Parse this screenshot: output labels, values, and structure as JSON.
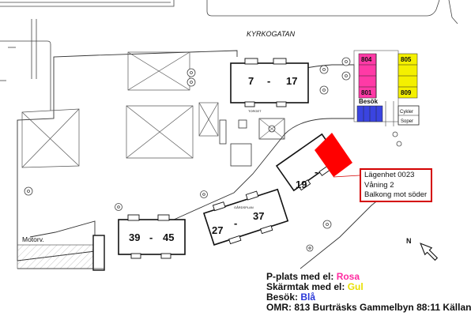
{
  "street": "KYRKOGATAN",
  "buildings": [
    {
      "id": "bld-7-17",
      "from": "7",
      "to": "17"
    },
    {
      "id": "bld-19",
      "from": "19",
      "to": ""
    },
    {
      "id": "bld-27-37",
      "from": "27",
      "to": "37"
    },
    {
      "id": "bld-39-45",
      "from": "39",
      "to": "45"
    }
  ],
  "parking": {
    "pink_spots": [
      "804",
      "801"
    ],
    "yellow_spots": [
      "805",
      "809"
    ],
    "visitor_label": "Besök",
    "cykler_label": "Cykler",
    "soper_label": "Soper"
  },
  "motorway_label": "Motorv.",
  "small_labels": [
    "TORGET",
    "GÅRDSPLAN"
  ],
  "apartment_box": {
    "line1": "Lägenhet 0023",
    "line2": "Våning 2",
    "line3": "Balkong mot söder"
  },
  "north_label": "N",
  "legend": {
    "pink_prefix": "P-plats med el: ",
    "pink_word": "Rosa",
    "yellow_prefix": "Skärmtak med el: ",
    "yellow_word": "Gul",
    "blue_prefix": "Besök: ",
    "blue_word": "Blå",
    "omr_line": "OMR: 813 Burträsks Gammelbyn 88:11 Källan"
  },
  "colors": {
    "pink": "#ff3aa6",
    "yellow": "#f4f000",
    "yellow_text": "#e8e000",
    "blue": "#3a44e0",
    "blue_text": "#2a38d8",
    "pink_text": "#ff2aa0",
    "highlight": "#ff0000",
    "box_border": "#d40000"
  }
}
